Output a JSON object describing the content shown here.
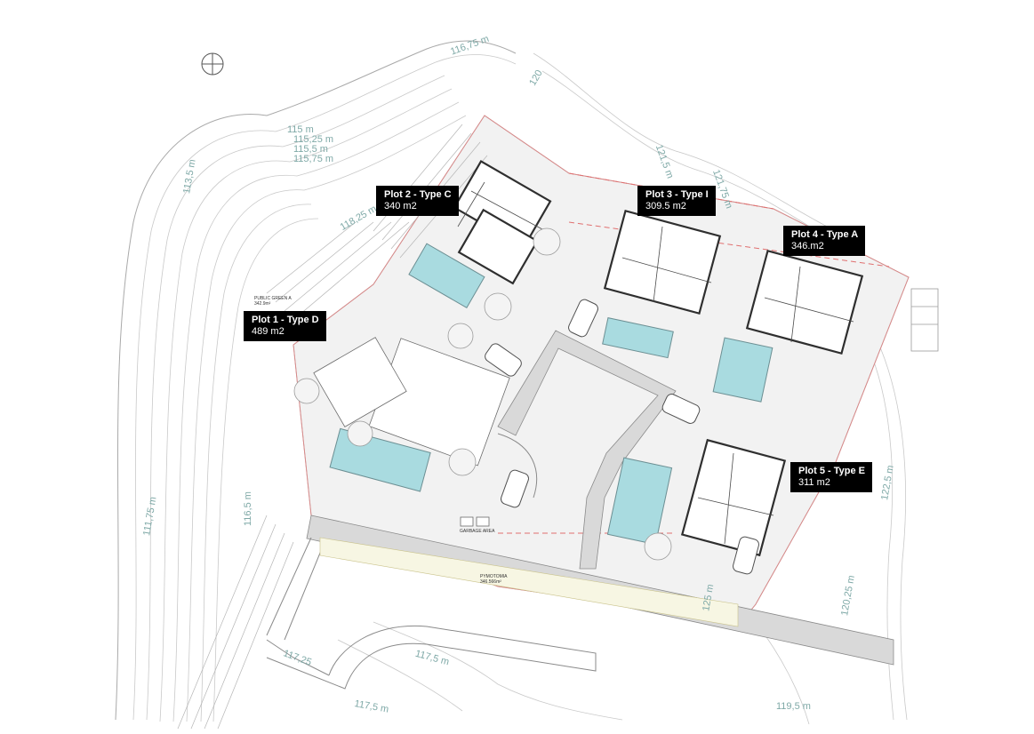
{
  "plots": [
    {
      "name": "Plot 1 - Type D",
      "area": "489 m2"
    },
    {
      "name": "Plot 2 - Type C",
      "area": "340 m2"
    },
    {
      "name": "Plot 3 - Type I",
      "area": "309.5 m2"
    },
    {
      "name": "Plot 4 - Type A",
      "area": "346.m2"
    },
    {
      "name": "Plot 5 - Type E",
      "area": "311 m2"
    }
  ],
  "small_labels": {
    "public_green": "PUBLIC GREEN A",
    "public_green_area": "342.9m²",
    "garbage_area": "GARBAGE AREA",
    "road_name": "PYMOTOMIA",
    "road_area": "346.566m²"
  },
  "topo_labels": {
    "l115": "115 m",
    "l115_25": "115,25 m",
    "l115_5": "115,5 m",
    "l115_75": "115,75 m",
    "l116_5": "116,5 m",
    "l117_25": "117,25",
    "l117_5a": "117,5 m",
    "l117_5b": "117,5 m",
    "l118_25": "118,25 m",
    "l120": "120",
    "l121_5": "121,5 m",
    "l121_75": "121,75 m",
    "l120_25": "120,25 m",
    "l119_5": "119,5 m",
    "l116_75": "116,75 m",
    "l111_75": "111,75 m",
    "l113_5": "113,5 m",
    "l112_5": "122,5 m",
    "l125": "125 m"
  },
  "colors": {
    "pool": "#a9dbe0",
    "label_bg": "#000000",
    "boundary": "#e07070",
    "topo_text": "#7fa9a7"
  },
  "icons": {
    "north": "north-arrow-icon"
  }
}
